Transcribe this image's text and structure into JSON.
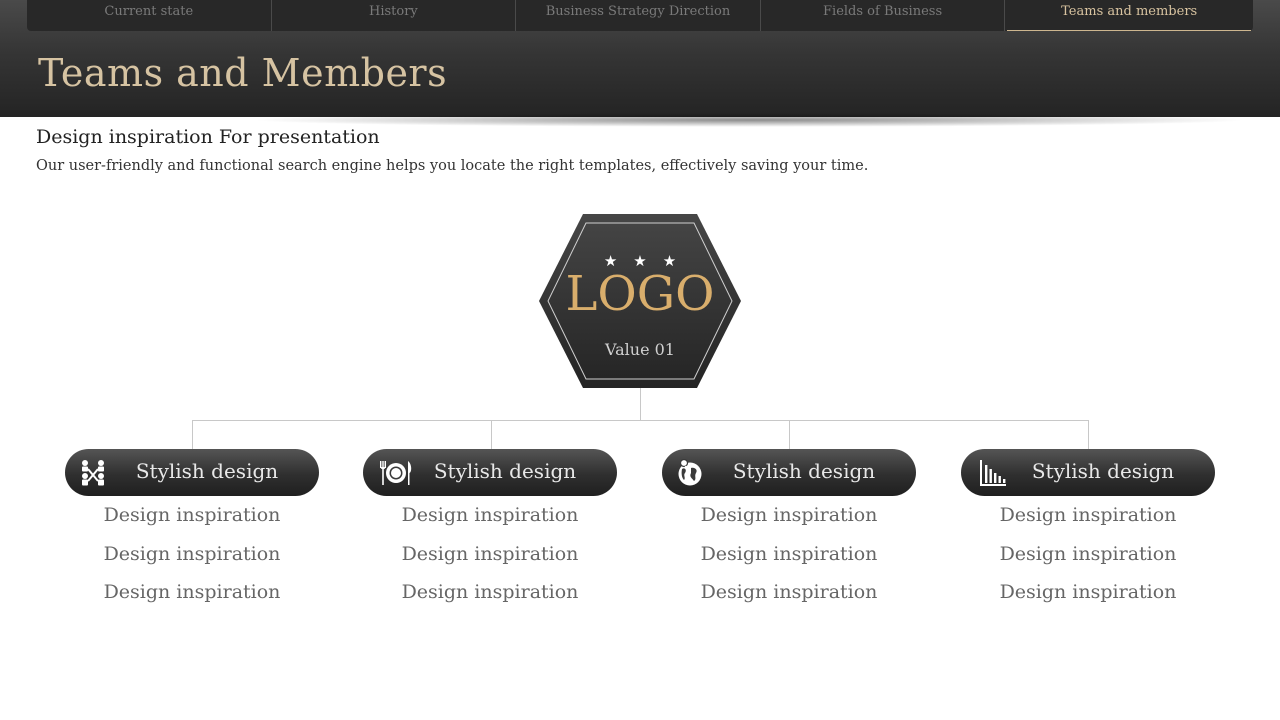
{
  "nav": {
    "tabs": [
      {
        "label": "Current state"
      },
      {
        "label": "History"
      },
      {
        "label": "Business Strategy Direction"
      },
      {
        "label": "Fields of Business"
      },
      {
        "label": "Teams and members"
      }
    ],
    "active_index": 4
  },
  "header": {
    "title": "Teams and Members"
  },
  "intro": {
    "subtitle": "Design inspiration For presentation",
    "description": "Our user-friendly and functional search engine helps you locate the right templates, effectively saving your time."
  },
  "center": {
    "stars": "★★★",
    "logo": "LOGO",
    "value": "Value 01"
  },
  "columns": [
    {
      "title": "Stylish design",
      "icon": "team-structure-icon",
      "items": [
        "Design inspiration",
        "Design inspiration",
        "Design inspiration"
      ]
    },
    {
      "title": "Stylish design",
      "icon": "dining-plate-icon",
      "items": [
        "Design inspiration",
        "Design inspiration",
        "Design inspiration"
      ]
    },
    {
      "title": "Stylish design",
      "icon": "globe-pin-icon",
      "items": [
        "Design inspiration",
        "Design inspiration",
        "Design inspiration"
      ]
    },
    {
      "title": "Stylish design",
      "icon": "bar-chart-icon",
      "items": [
        "Design inspiration",
        "Design inspiration",
        "Design inspiration"
      ]
    }
  ],
  "colors": {
    "header_dark": "#2a2a2a",
    "title_gold": "#d6c3a2",
    "logo_gold": "#d9ae6c",
    "connector": "#c8c8c8"
  }
}
